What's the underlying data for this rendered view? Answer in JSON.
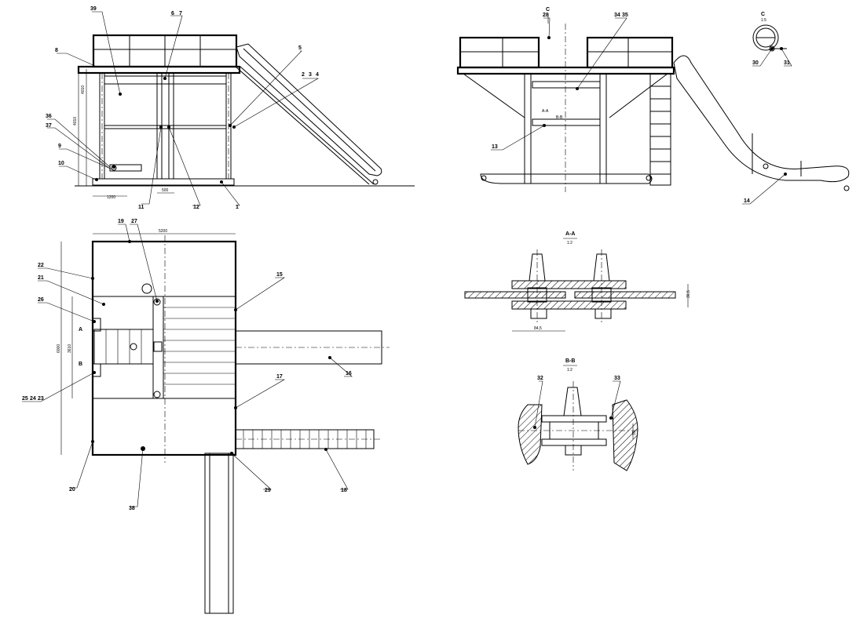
{
  "drawing": {
    "part_labels": {
      "p1": "1",
      "p2": "2",
      "p3": "3",
      "p4": "4",
      "p5": "5",
      "p6": "6",
      "p7": "7",
      "p8": "8",
      "p9": "9",
      "p10": "10",
      "p11": "11",
      "p12": "12",
      "p13": "13",
      "p14": "14",
      "p15": "15",
      "p16": "16",
      "p17": "17",
      "p18": "18",
      "p19": "19",
      "p20": "20",
      "p21": "21",
      "p22": "22",
      "p23": "23",
      "p24": "24",
      "p25": "25",
      "p26": "26",
      "p27": "27",
      "p28": "28",
      "p29": "29",
      "p30": "30",
      "p31": "31",
      "p32": "32",
      "p33": "33",
      "p34": "34",
      "p35": "35",
      "p36": "36",
      "p37": "37",
      "p38": "38",
      "p39": "39"
    },
    "dimensions": {
      "front_width_a": "1200",
      "front_width_b": "500",
      "front_height_a": "4010",
      "front_height_b": "4010",
      "plan_width": "5200",
      "plan_depth": "6000",
      "plan_depth_inner": "3610",
      "section_aa_width": "84,5",
      "section_aa_height": "30,5",
      "section_bb_height": "35"
    },
    "views": {
      "side_marker_c": "C",
      "section_aa_title": "A-A",
      "section_aa_scale": "1:2",
      "section_bb_title": "B-B",
      "section_bb_scale": "1:2",
      "detail_c_title": "C",
      "detail_c_scale": "1:5",
      "plan_marker_a": "A",
      "plan_marker_b": "B",
      "side_marker_a": "A-A",
      "side_marker_b": "B-B"
    }
  }
}
